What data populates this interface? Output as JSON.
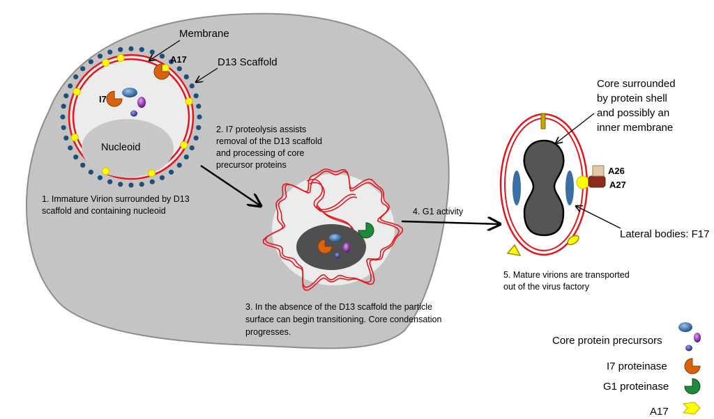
{
  "labels": {
    "membrane": "Membrane",
    "d13_scaffold": "D13 Scaffold",
    "a17": "A17",
    "i7": "I7",
    "nucleoid": "Nucleoid",
    "core_shell": [
      "Core surrounded",
      "by protein shell",
      "and possibly an",
      "inner membrane"
    ],
    "a26": "A26",
    "a27": "A27",
    "lateral_bodies": "Lateral bodies: F17"
  },
  "steps": {
    "step1": [
      "1. Immature Virion surrounded by D13",
      "scaffold and containing nucleoid"
    ],
    "step2": [
      "2. I7 proteolysis  assists",
      "removal of the D13 scaffold",
      "and processing of core",
      "precursor proteins"
    ],
    "step3": [
      "3. In the absence of the D13 scaffold the particle",
      "surface can begin transitioning. Core condensation",
      "progresses."
    ],
    "step4": "4. G1 activity",
    "step5": [
      "5. Mature virions are transported",
      "out of the virus factory"
    ]
  },
  "legend": {
    "core_precursors": "Core protein precursors",
    "i7_proteinase": "I7 proteinase",
    "g1_proteinase": "G1 proteinase",
    "a17": "A17"
  },
  "colors": {
    "factory": "#c4c4c4",
    "membrane_red": "#e8141c",
    "scaffold_dot": "#1f4e79",
    "a17_yellow": "#ffff00",
    "i7_orange": "#d9620e",
    "g1_green": "#1e8a3a",
    "core_dark": "#555555",
    "lateral_blue": "#3a6ea5"
  }
}
